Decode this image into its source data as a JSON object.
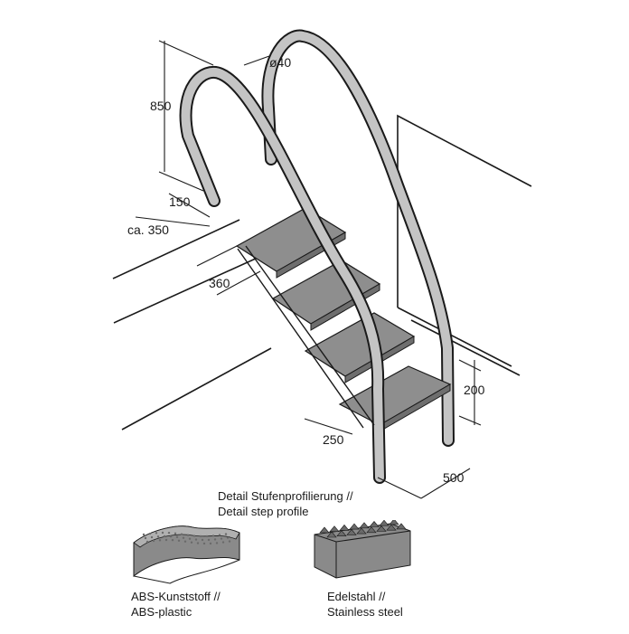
{
  "dimensions": {
    "handrail_height": "850",
    "tube_diameter": "ø40",
    "offset": "150",
    "approx_depth": "ca. 350",
    "tread_width": "360",
    "step_rise": "200",
    "tread_depth": "250",
    "base_width": "500"
  },
  "detail": {
    "title_de": "Detail Stufenprofilierung //",
    "title_en": "Detail step profile",
    "abs_de": "ABS-Kunststoff //",
    "abs_en": "ABS-plastic",
    "steel_de": "Edelstahl //",
    "steel_en": "Stainless steel"
  },
  "colors": {
    "line": "#1a1a1a",
    "tread": "#8e8e8e",
    "tread_side": "#6e6e6e",
    "rail": "#bdbdbd"
  }
}
